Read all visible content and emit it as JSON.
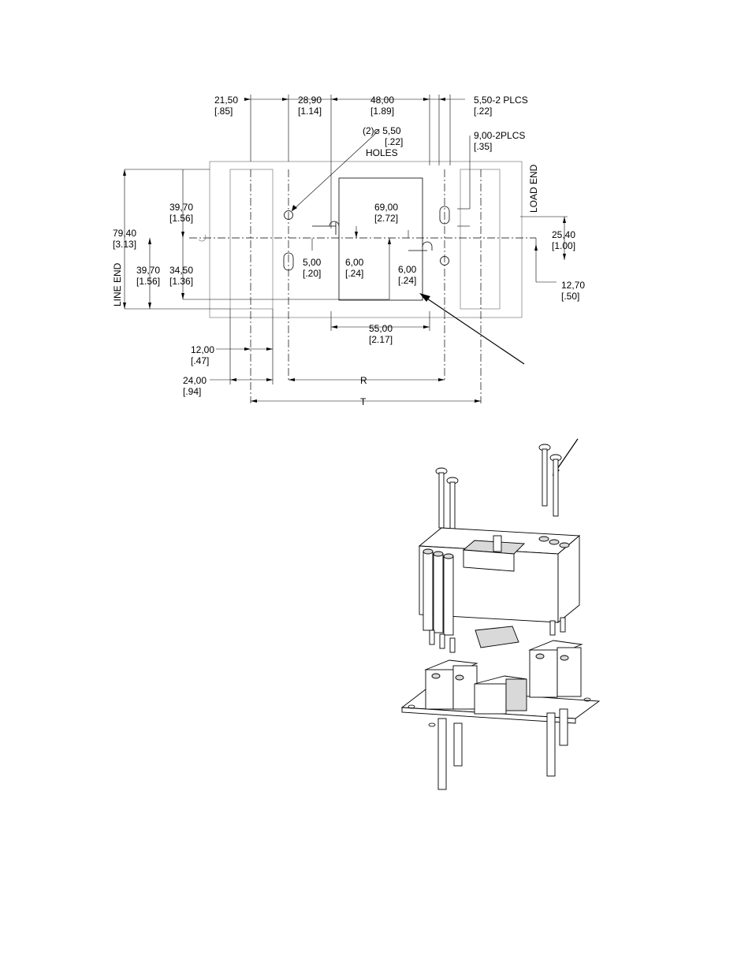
{
  "drawing": {
    "dimensions": {
      "d_21_50": "21,50",
      "d_21_50_in": "[.85]",
      "d_28_90": "28,90",
      "d_28_90_in": "[1.14]",
      "d_48_00": "48,00",
      "d_48_00_in": "[1.89]",
      "d_5_50_2plcs": "5,50-2 PLCS",
      "d_5_50_2plcs_in": "[.22]",
      "holes_prefix": "(2)⌀ 5,50",
      "holes_in": "[.22]",
      "holes_word": "HOLES",
      "d_9_00_2plcs": "9,00-2PLCS",
      "d_9_00_2plcs_in": "[.35]",
      "load_end": "LOAD END",
      "line_end": "LINE END",
      "d_39_70_top": "39,70",
      "d_39_70_top_in": "[1.56]",
      "d_69_00": "69,00",
      "d_69_00_in": "[2.72]",
      "d_79_40": "79,40",
      "d_79_40_in": "[3.13]",
      "d_25_40": "25,40",
      "d_25_40_in": "[1.00]",
      "d_39_70_bot": "39,70",
      "d_39_70_bot_in": "[1.56]",
      "d_34_50": "34,50",
      "d_34_50_in": "[1.36]",
      "d_5_00": "5,00",
      "d_5_00_in": "[.20]",
      "d_6_00_a": "6,00",
      "d_6_00_a_in": "[.24]",
      "d_6_00_b": "6,00",
      "d_6_00_b_in": "[.24]",
      "d_12_70": "12,70",
      "d_12_70_in": "[.50]",
      "d_55_00": "55,00",
      "d_55_00_in": "[2.17]",
      "d_12_00": "12,00",
      "d_12_00_in": "[.47]",
      "d_24_00": "24,00",
      "d_24_00_in": "[.94]",
      "r_label": "R",
      "t_label": "T"
    }
  }
}
